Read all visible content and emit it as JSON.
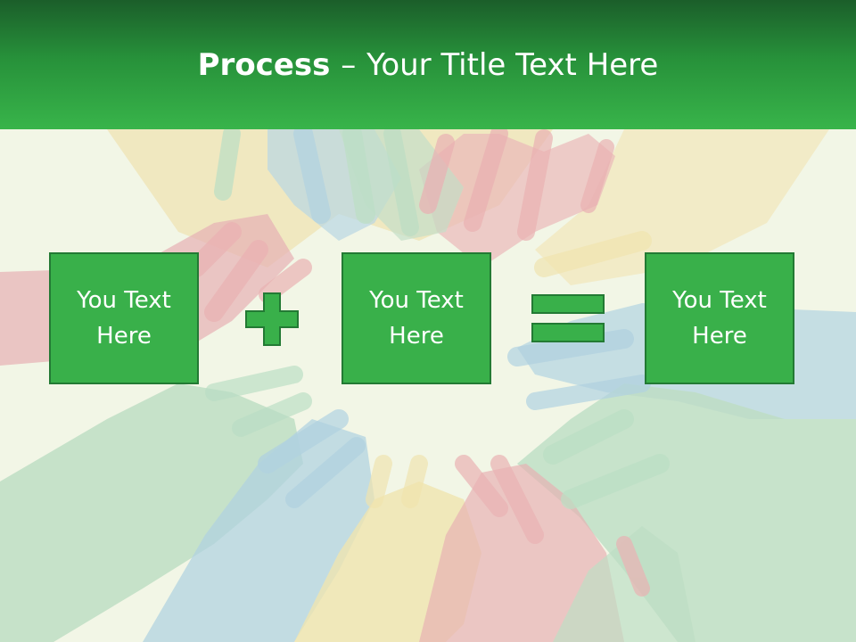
{
  "slide": {
    "title_bold": "Process",
    "title_separator": "–",
    "title_rest": "Your Title Text Here"
  },
  "boxes": [
    {
      "text": "You Text Here"
    },
    {
      "text": "You Text Here"
    },
    {
      "text": "You Text Here"
    }
  ],
  "operators": {
    "first": "plus-icon",
    "second": "equals-icon"
  },
  "colors": {
    "header_dark": "#1b5e2a",
    "header_light": "#38b44a",
    "box_fill": "#39b04a",
    "box_border": "#237a34",
    "background": "#f2f6e6",
    "hand_colors": [
      "#e8a9ad",
      "#a9cde0",
      "#f0e2a8",
      "#b5dcc0"
    ]
  }
}
